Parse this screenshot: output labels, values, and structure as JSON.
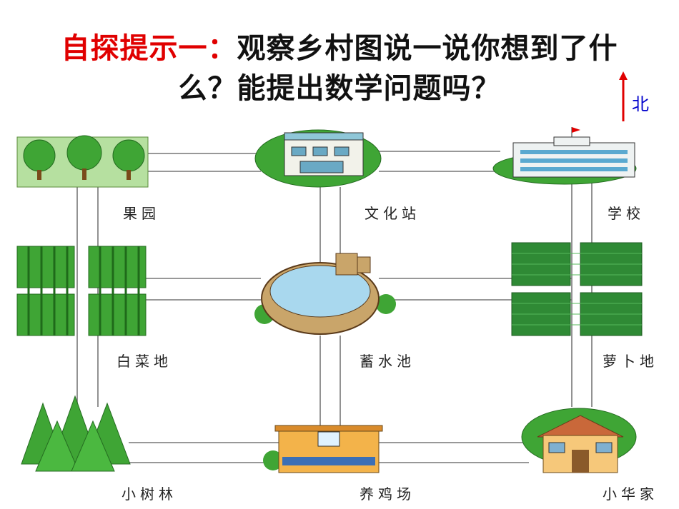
{
  "title": {
    "highlight": "自探提示一：",
    "line1": "观察乡村图说一说你想到了什",
    "line2": "么？能提出数学问题吗？"
  },
  "compass": {
    "label": "北"
  },
  "places": {
    "orchard": "果园",
    "culture_station": "文化站",
    "school": "学校",
    "cabbage_field": "白菜地",
    "reservoir": "蓄水池",
    "radish_field": "萝卜地",
    "grove": "小树林",
    "chicken_farm": "养鸡场",
    "xiaohua_home": "小华家"
  }
}
